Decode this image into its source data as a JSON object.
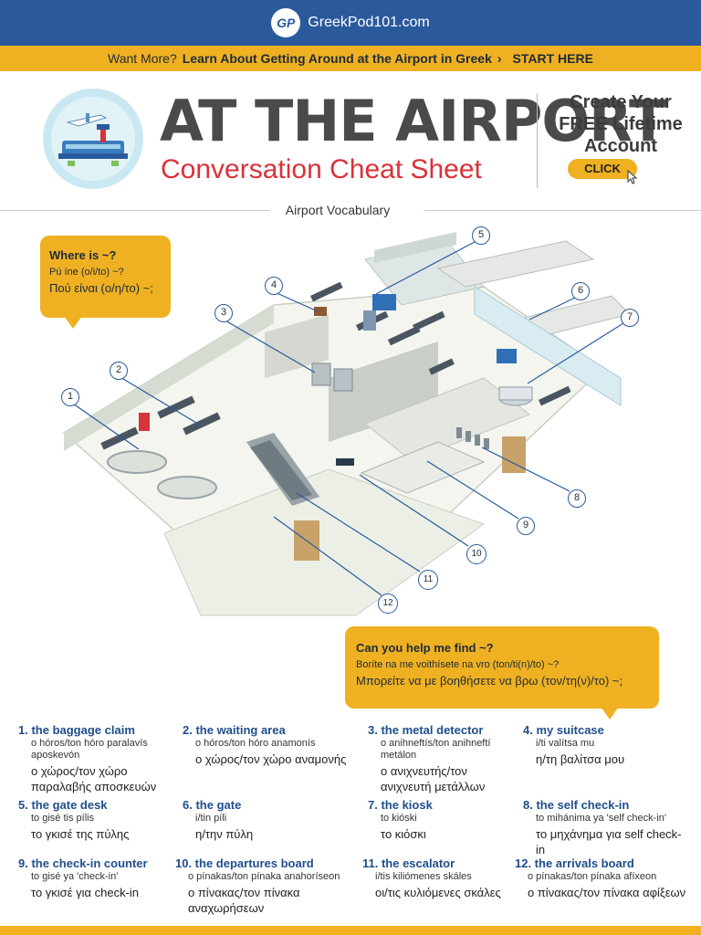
{
  "header": {
    "brand": "GreekPod101.com",
    "logo": "GP"
  },
  "promo": {
    "lead": "Want More?",
    "link": "Learn About Getting Around at the Airport in Greek",
    "arrow": "›",
    "cta": "START HERE"
  },
  "hero": {
    "title": "AT THE AIRPORT",
    "subtitle": "Conversation Cheat Sheet"
  },
  "cta": {
    "line1": "Create Your",
    "line2": "FREE Lifetime",
    "line3": "Account",
    "button": "CLICK"
  },
  "section": {
    "label": "Airport Vocabulary"
  },
  "bubble_where": {
    "en": "Where is ~?",
    "rom": "Pú íne (o/i/to) ~?",
    "gr": "Πού είναι (ο/η/το) ~;"
  },
  "bubble_help": {
    "en": "Can you help me find ~?",
    "rom": "Boríte na me voithísete na vro (ton/ti(n)/to) ~?",
    "gr": "Μπορείτε να με βοηθήσετε να βρω (τον/τη(ν)/το) ~;"
  },
  "callouts": [
    "1",
    "2",
    "3",
    "4",
    "5",
    "6",
    "7",
    "8",
    "9",
    "10",
    "11",
    "12"
  ],
  "vocab": [
    {
      "en": "1. the baggage claim",
      "rom": "o hóros/ton hóro paralavís aposkevón",
      "gr": "ο χώρος/τον χώρο παραλαβής αποσκευών"
    },
    {
      "en": "2. the waiting area",
      "rom": "o hóros/ton hóro anamonís",
      "gr": "ο χώρος/τον χώρο αναμονής"
    },
    {
      "en": "3. the metal detector",
      "rom": "o anihneftís/ton anihneftí metálon",
      "gr": "ο ανιχνευτής/τον ανιχνευτή μετάλλων"
    },
    {
      "en": "4. my suitcase",
      "rom": "i/ti valítsa mu",
      "gr": "η/τη βαλίτσα μου"
    },
    {
      "en": "5. the gate desk",
      "rom": "to gisé tis pílis",
      "gr": "το γκισέ της πύλης"
    },
    {
      "en": "6. the gate",
      "rom": "i/tin píli",
      "gr": "η/την πύλη"
    },
    {
      "en": "7. the kiosk",
      "rom": "to kióski",
      "gr": "το κιόσκι"
    },
    {
      "en": "8. the self check-in",
      "rom": "to mihánima ya 'self check-in'",
      "gr": "το μηχάνημα για self check-in"
    },
    {
      "en": "9. the check-in counter",
      "rom": "to gisé ya 'check-in'",
      "gr": "το γκισέ για check-in"
    },
    {
      "en": "10. the departures board",
      "rom": "o pínakas/ton pínaka anahoríseon",
      "gr": "ο πίνακας/τον πίνακα αναχωρήσεων"
    },
    {
      "en": "11. the escalator",
      "rom": "i/tis kiliómenes skáles",
      "gr": "οι/τις κυλιόμενες σκάλες"
    },
    {
      "en": "12. the arrivals board",
      "rom": "o pínakas/ton pínaka afíxeon",
      "gr": "ο πίνακας/τον πίνακα αφίξεων"
    }
  ]
}
